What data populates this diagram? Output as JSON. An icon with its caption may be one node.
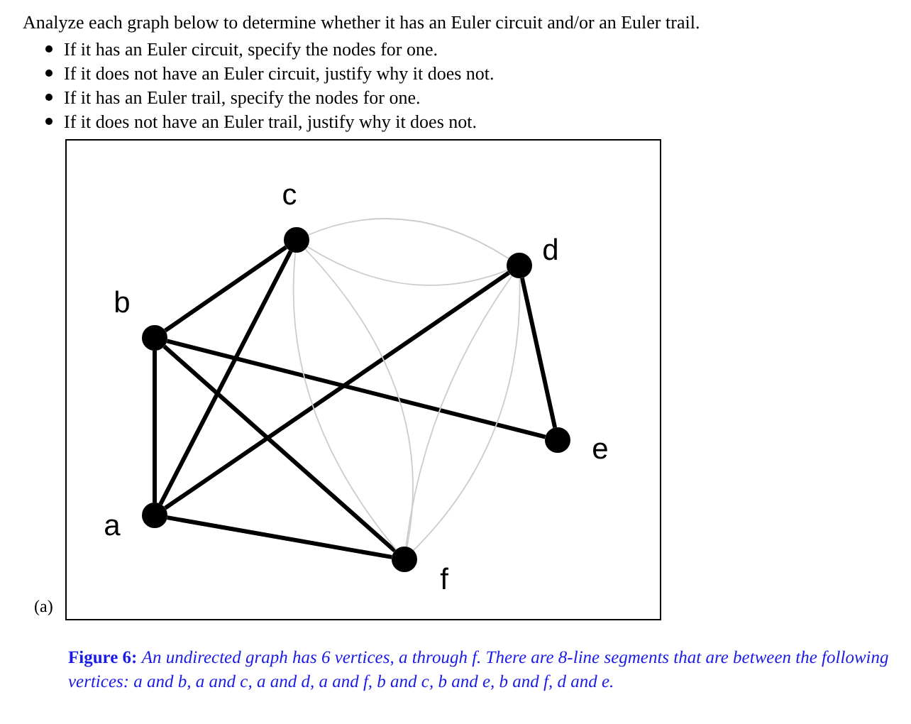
{
  "diagram": {
    "caption": "**Figure 6:** *An undirected graph has 6 vertices, a through f. There are 8-line segments that are between the following vertices: a and b, a and c, a and d, a and f, b and c, b and e, b and f, d and e.*",
    "nodes": [
      {
        "text": [
          "c"
        ]
      },
      {
        "text": [
          "d"
        ]
      },
      {
        "text": [
          "b"
        ]
      },
      {
        "text": [
          "e"
        ]
      },
      {
        "text": [
          "a"
        ]
      },
      {
        "text": [
          "f"
        ]
      }
    ],
    "edges": [
      {
        "from": 4,
        "to": 2,
        "arrow": "none"
      },
      {
        "from": 4,
        "to": 0,
        "arrow": "none"
      },
      {
        "from": 4,
        "to": 1,
        "arrow": "none"
      },
      {
        "from": 4,
        "to": 5,
        "arrow": "none"
      },
      {
        "from": 2,
        "to": 0,
        "arrow": "none"
      },
      {
        "from": 2,
        "to": 3,
        "arrow": "none"
      },
      {
        "from": 2,
        "to": 5,
        "arrow": "none"
      },
      {
        "from": 1,
        "to": 3,
        "arrow": "none"
      },
      {
        "from": 0,
        "to": 1,
        "arrow": "none",
        "color": "#cccccc"
      },
      {
        "from": 0,
        "to": 1,
        "arrow": "none",
        "color": "#cccccc"
      },
      {
        "from": 0,
        "to": 5,
        "arrow": "none",
        "color": "#cccccc"
      },
      {
        "from": 0,
        "to": 5,
        "arrow": "none",
        "color": "#cccccc"
      },
      {
        "from": 1,
        "to": 5,
        "arrow": "none",
        "color": "#cccccc"
      },
      {
        "from": 1,
        "to": 5,
        "arrow": "none",
        "color": "#cccccc"
      }
    ],
    "labels": [
      "Analyze each graph below to determine whether it has an Euler circuit and/or an Euler trail.",
      "If it has an Euler circuit, specify the nodes for one.",
      "If it does not have an Euler circuit, justify why it does not.",
      "If it has an Euler trail, specify the nodes for one.",
      "If it does not have an Euler trail, justify why it does not.",
      "(a)"
    ]
  }
}
